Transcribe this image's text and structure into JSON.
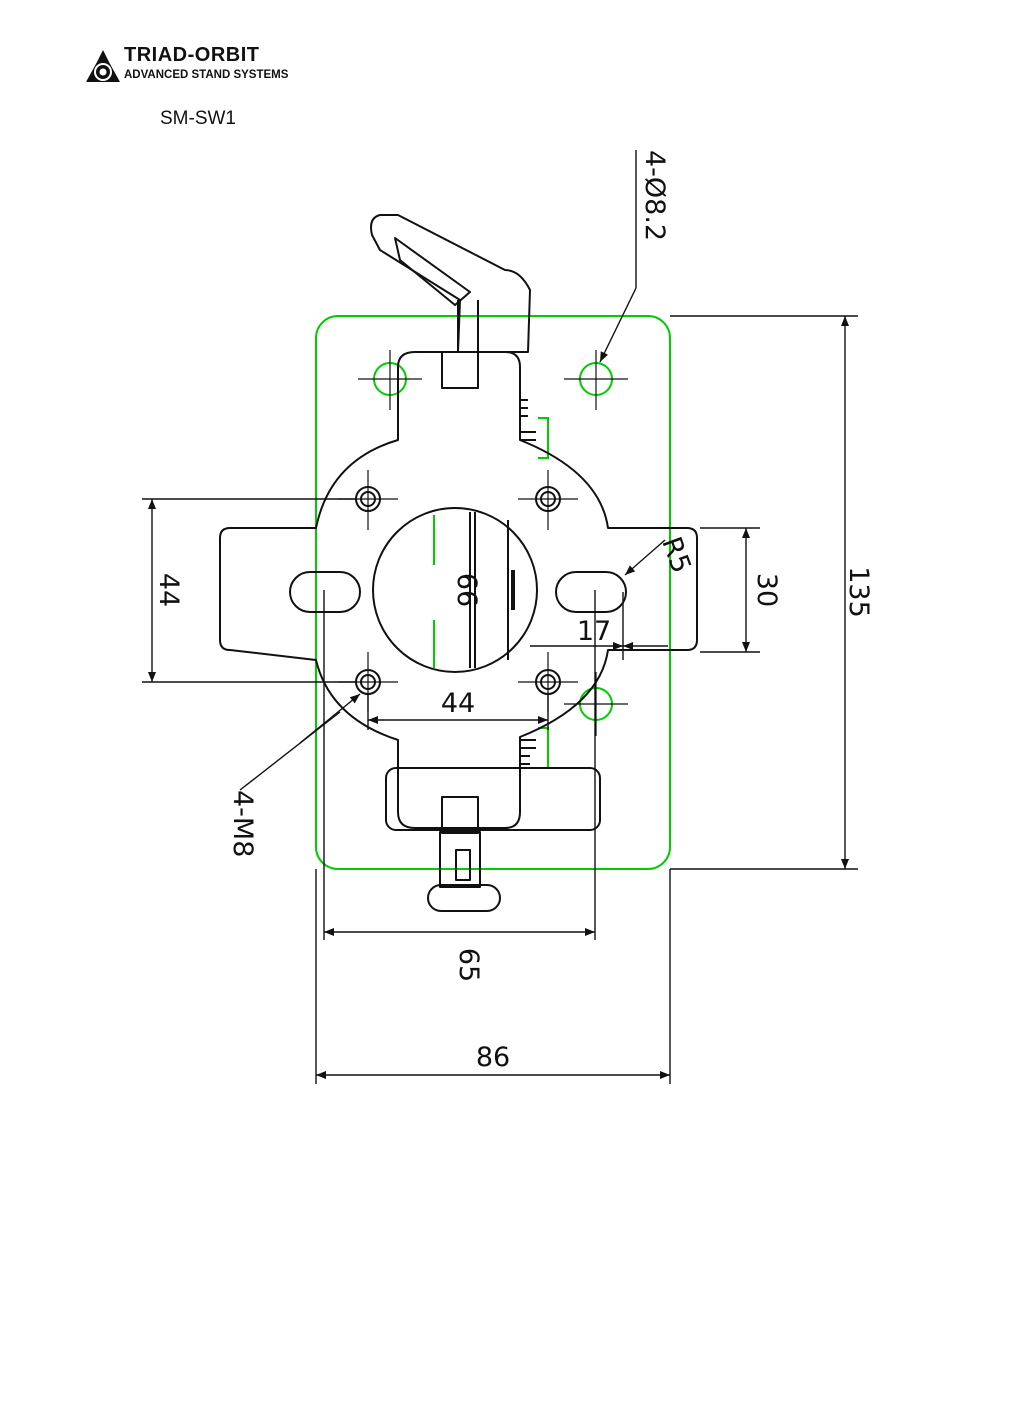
{
  "logo": {
    "name": "TRIAD-ORBIT",
    "tagline": "ADVANCED STAND SYSTEMS",
    "icon": "triad-orbit-knob-icon"
  },
  "model": "SM-SW1",
  "dimensions": {
    "hole_callout": "4-Ø8.2",
    "thread_callout": "4-M8",
    "height": "135",
    "width": "86",
    "slot_spacing": "65",
    "bolt_spacing_horizontal": "44",
    "bolt_spacing_vertical": "44",
    "tab_height": "30",
    "slot_offset": "17",
    "corner_radius": "R5",
    "bore": "66"
  },
  "colors": {
    "outline": "#111111",
    "plate": "#00cc00"
  }
}
